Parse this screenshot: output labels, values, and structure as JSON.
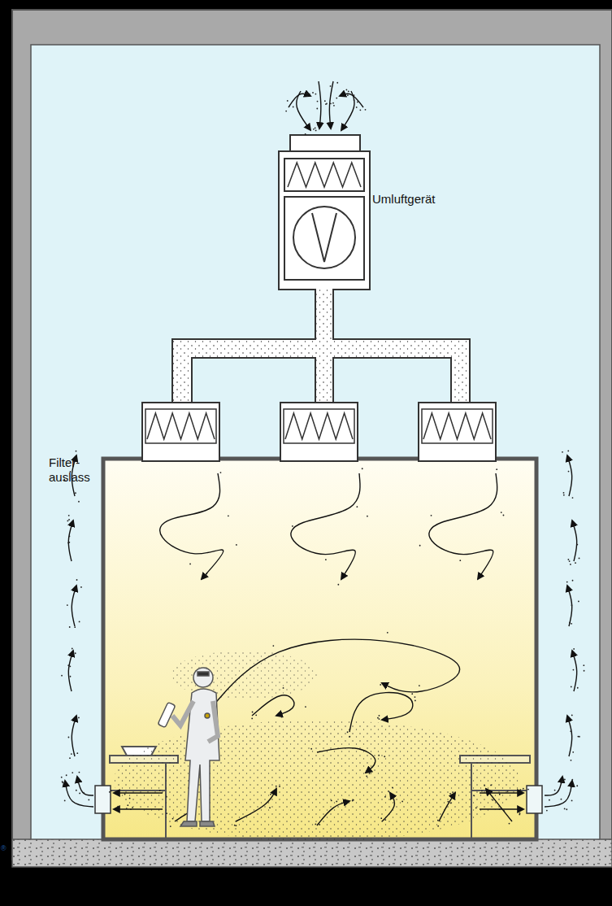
{
  "diagram": {
    "labels": [
      "Umluftgerät",
      "Filter- auslass",
      "®"
    ]
  }
}
